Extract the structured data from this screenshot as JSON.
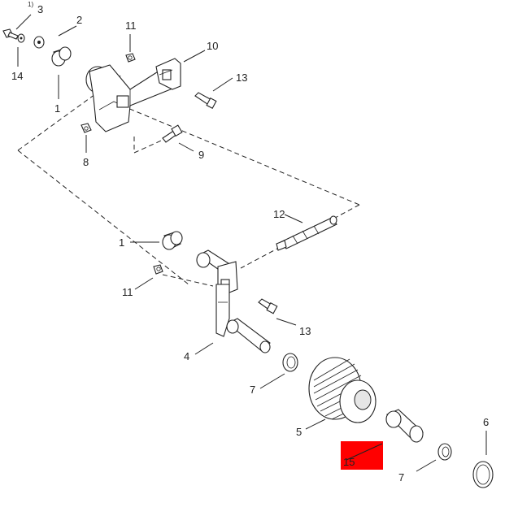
{
  "labels": {
    "l1a": "1",
    "l1b": "1",
    "l2": "2",
    "l3": "3",
    "l3_superscript": "1)",
    "l4": "4",
    "l5": "5",
    "l6": "6",
    "l7a": "7",
    "l7b": "7",
    "l8": "8",
    "l9": "9",
    "l10": "10",
    "l11a": "11",
    "l11b": "11",
    "l12": "12",
    "l13a": "13",
    "l13b": "13",
    "l14": "14",
    "l15": "15"
  },
  "colors": {
    "highlight": "#ff0000",
    "line": "#222222"
  }
}
